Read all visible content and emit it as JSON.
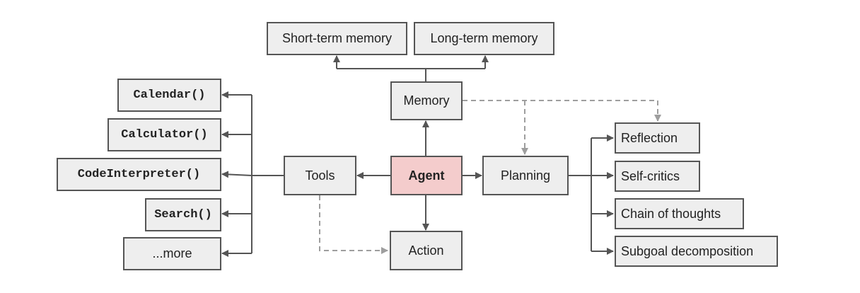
{
  "colors": {
    "box_fill": "#eeeeee",
    "box_border": "#555555",
    "agent_fill": "#f4cccc",
    "solid_arrow": "#555555",
    "dashed_arrow": "#9e9e9e"
  },
  "nodes": {
    "short_term_memory": "Short-term memory",
    "long_term_memory": "Long-term memory",
    "memory": "Memory",
    "agent": "Agent",
    "tools": "Tools",
    "planning": "Planning",
    "action": "Action",
    "tool_list": [
      "Calendar()",
      "Calculator()",
      "CodeInterpreter()",
      "Search()",
      "...more"
    ],
    "planning_list": [
      "Reflection",
      "Self-critics",
      "Chain of thoughts",
      "Subgoal decomposition"
    ]
  }
}
